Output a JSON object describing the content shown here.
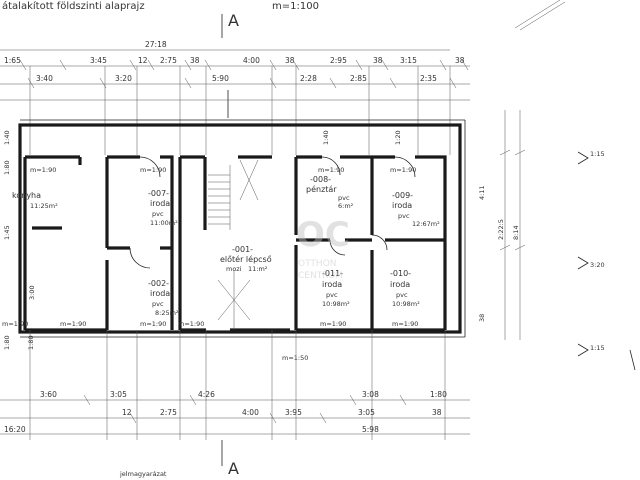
{
  "header": {
    "title": "átalakított földszinti alaprajz",
    "scale": "m=1:100",
    "section_mark_top": "A",
    "section_mark_bottom": "A"
  },
  "footer": {
    "legend": "jelmagyarázat",
    "total_dim": "16:20"
  },
  "dims_top": {
    "overall": "27:18",
    "row1": [
      "1:65",
      "3:45",
      "12",
      "2:75",
      "38",
      "4:00",
      "38",
      "2:95",
      "38",
      "3:15",
      "38"
    ],
    "row2": [
      "3:40",
      "3:20",
      "5:90",
      "2:28",
      "2:85",
      "2:35"
    ],
    "verticals_left": [
      "1:40",
      "1:80",
      "1:45",
      "3:00",
      "1:80",
      "1:80"
    ],
    "verticals_right": [
      "1:40",
      "1:20",
      "4:11",
      "2:22:5",
      "8:14",
      "38"
    ]
  },
  "dims_bottom": {
    "row1": [
      "3:60",
      "3:05",
      "4:26",
      "3:08",
      "1:80"
    ],
    "row2": [
      "12",
      "2:75",
      "4:00",
      "3:95",
      "3:05",
      "38"
    ],
    "row3": [
      "5:98"
    ]
  },
  "rooms": {
    "konyha": {
      "name": "konyha",
      "area": "11:25m²"
    },
    "iroda007": {
      "num": "-007-",
      "name": "iroda",
      "floor": "pvc",
      "area": "11:00m²"
    },
    "iroda002": {
      "num": "-002-",
      "name": "iroda",
      "floor": "pvc",
      "area": "8:25m²"
    },
    "eloter": {
      "num": "-001-",
      "name": "előtér lépcső",
      "floor": "mozi",
      "area": "11:m²"
    },
    "penztar": {
      "num": "-008-",
      "name": "pénztár",
      "floor": "pvc",
      "area": "6:m²"
    },
    "iroda009": {
      "num": "-009-",
      "name": "iroda",
      "floor": "pvc",
      "area": "12:67m²"
    },
    "iroda011": {
      "num": "-011-",
      "name": "iroda",
      "floor": "pvc",
      "area": "10:98m²"
    },
    "iroda010": {
      "num": "-010-",
      "name": "iroda",
      "floor": "pvc",
      "area": "10:98m²"
    }
  },
  "openings": {
    "m1": "m=1:90",
    "m2": "m=1:90",
    "m3": "m=1:90",
    "m4": "m=1:90",
    "m5": "m=1:90",
    "m6": "m=1:90",
    "m7": "m=1:90",
    "m8": "m=1:90",
    "m9": "m=1:90",
    "m10": "m=1:90",
    "door": "m=1:50"
  },
  "right_side": {
    "label1": "1:15",
    "label2": "3:20",
    "label3": "1:15"
  },
  "watermark": {
    "mark": "OC",
    "line1": "OTTHON",
    "line2": "CENTRUM"
  },
  "colors": {
    "ink": "#1a1a1a",
    "watermark": "#c9c9c9"
  }
}
